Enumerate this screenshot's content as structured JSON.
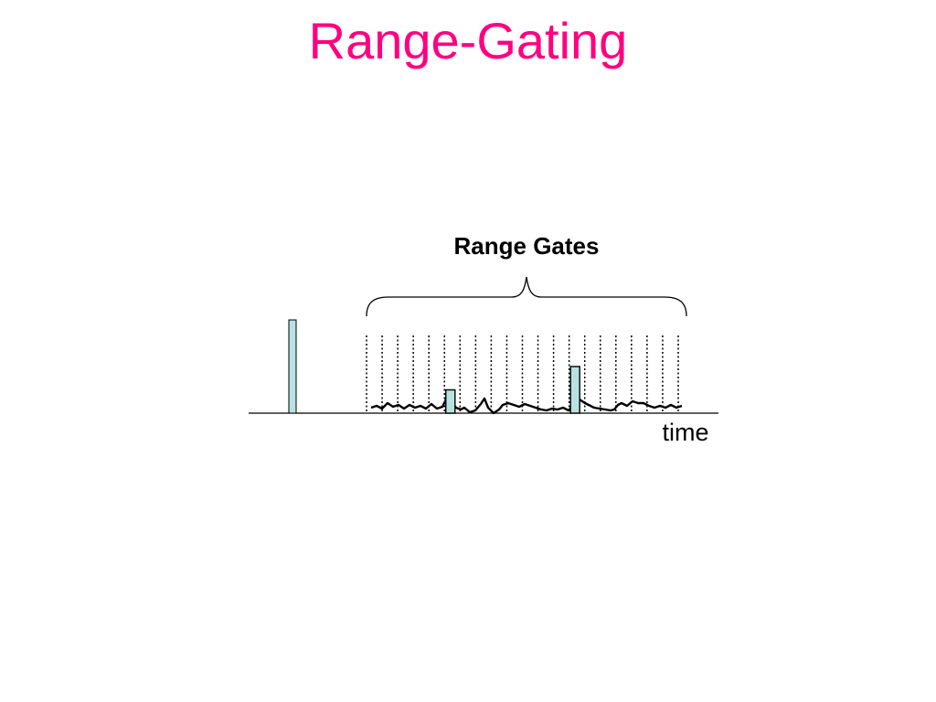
{
  "slide": {
    "title": "Range-Gating"
  },
  "diagram": {
    "brace_label": "Range Gates",
    "axis_label": "time",
    "gate_count": 21,
    "transmitted_pulse": {
      "relative_height": 1.0
    },
    "echoes": [
      {
        "gate": 6,
        "relative_height": 0.25
      },
      {
        "gate": 14,
        "relative_height": 0.5
      }
    ]
  },
  "colors": {
    "title": "#ff0080",
    "pulse_fill": "#b8e2e2",
    "line": "#000000"
  }
}
